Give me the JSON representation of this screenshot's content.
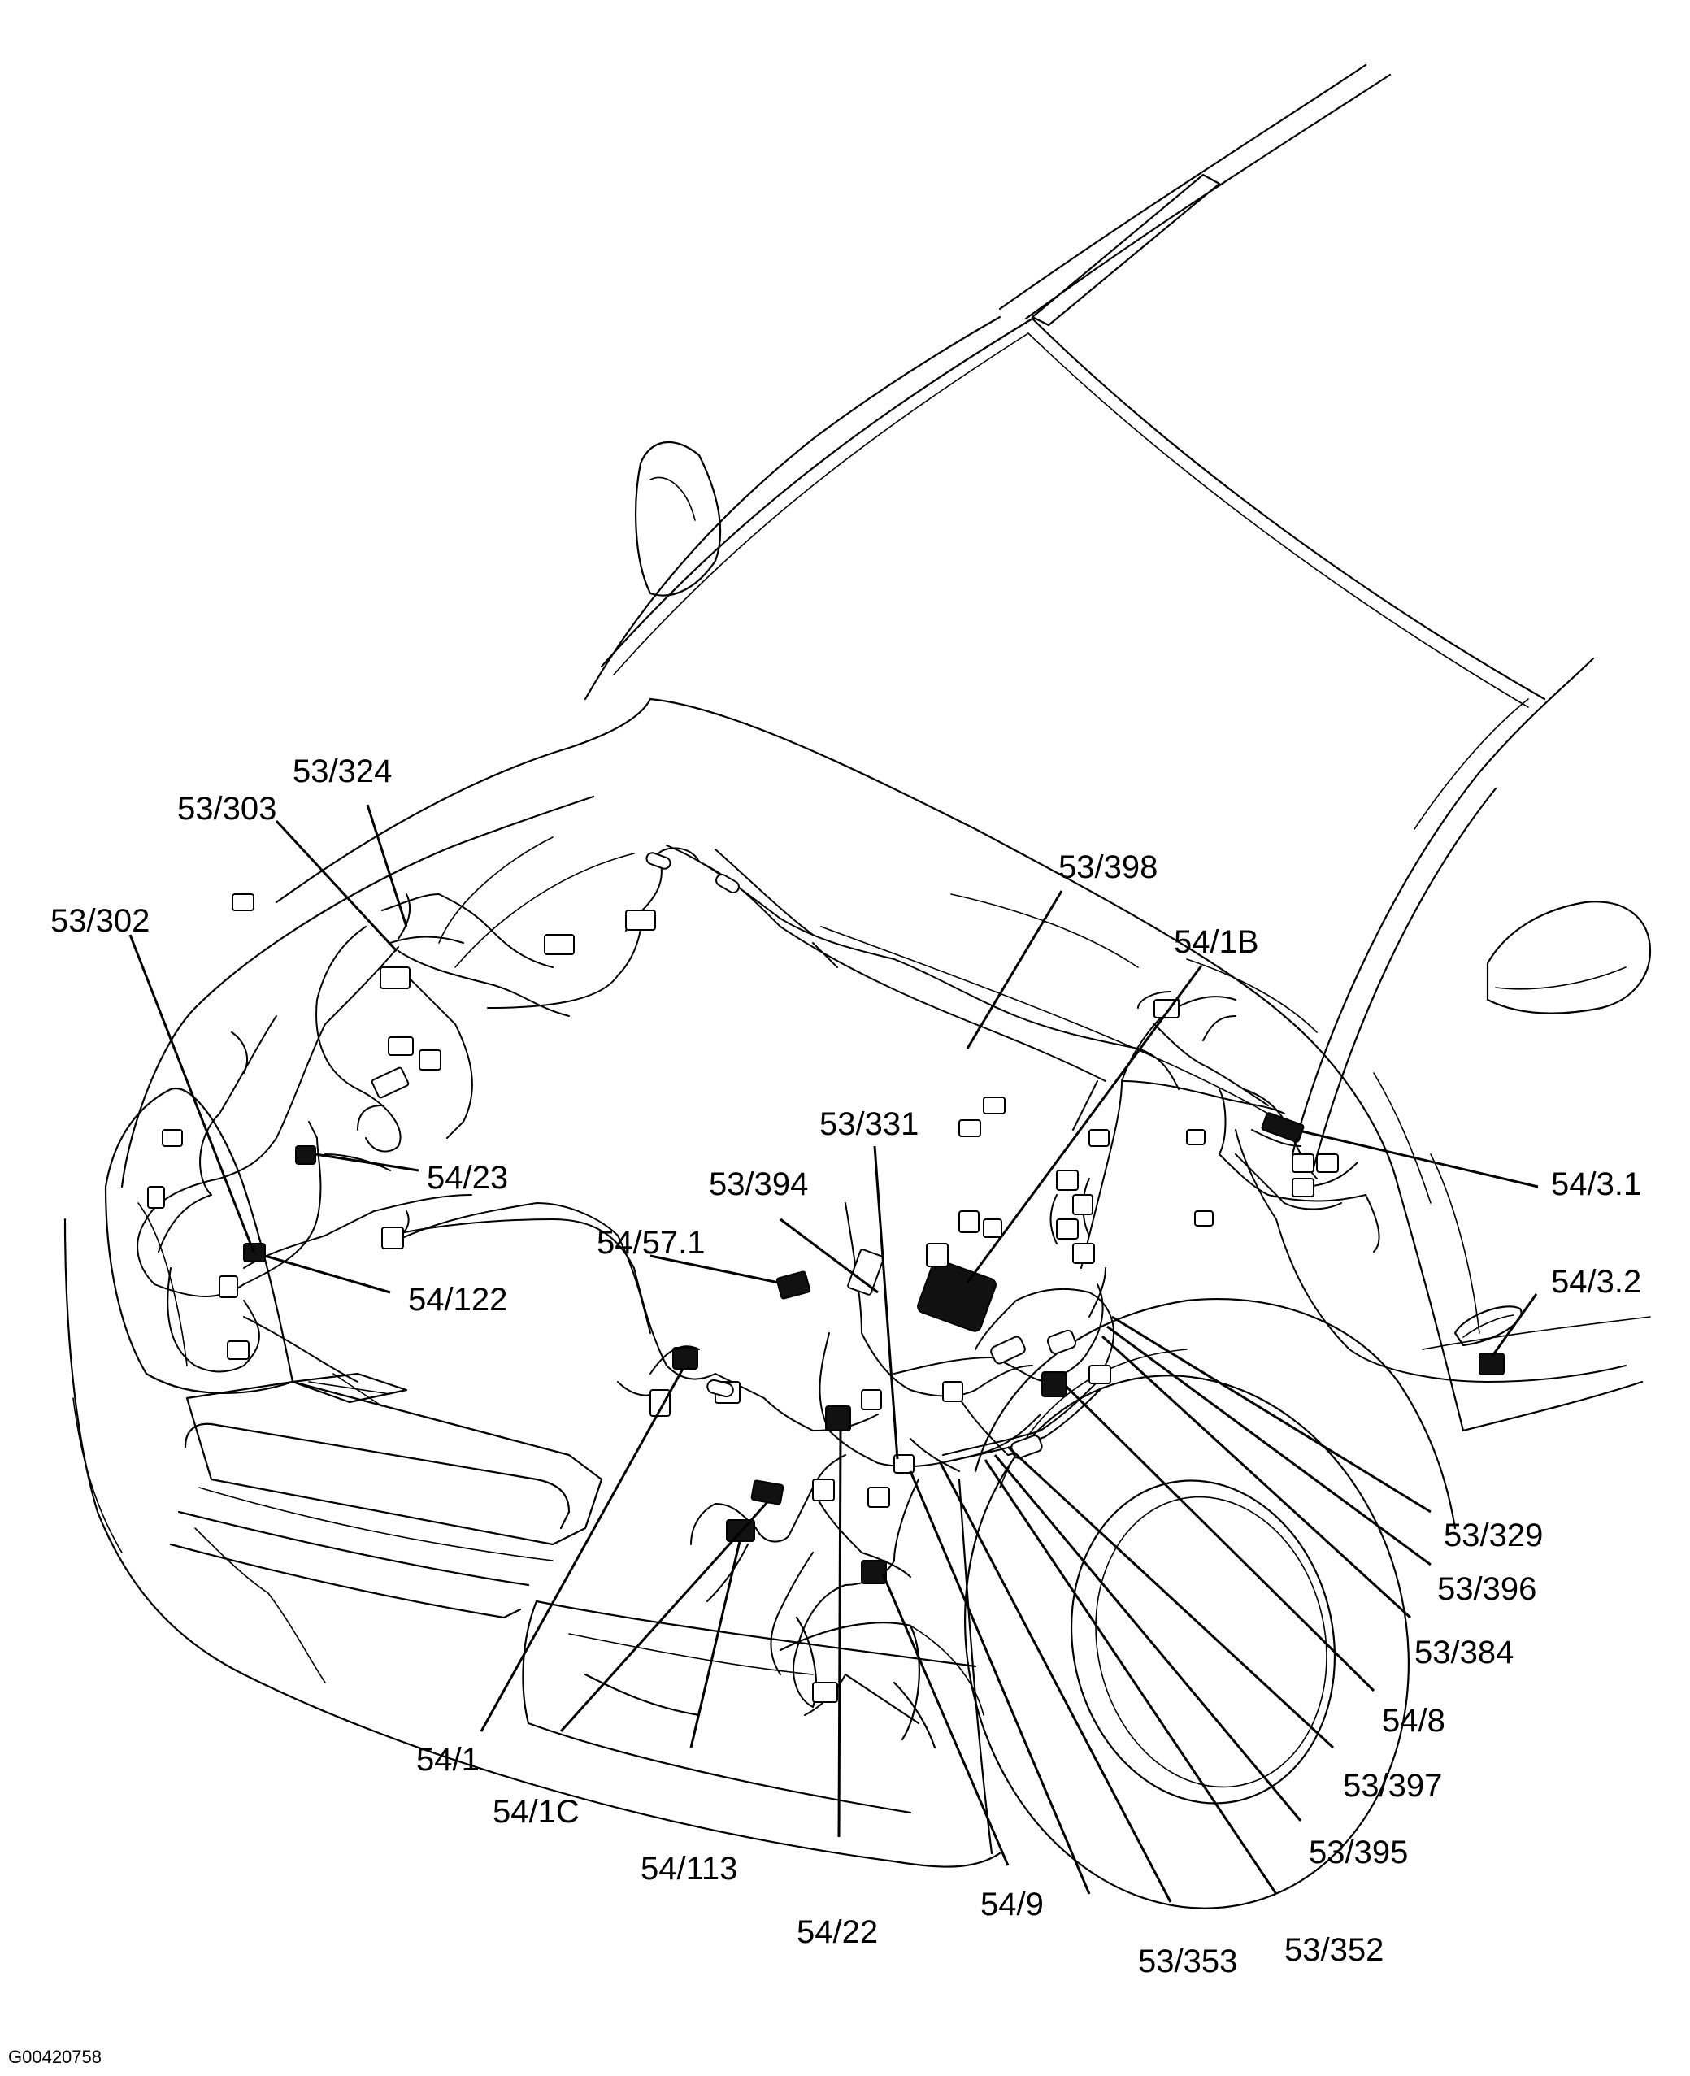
{
  "figure_id": "G00420758",
  "callouts": [
    {
      "id": "c-53-324",
      "text": "53/324"
    },
    {
      "id": "c-53-303",
      "text": "53/303"
    },
    {
      "id": "c-53-302",
      "text": "53/302"
    },
    {
      "id": "c-54-23",
      "text": "54/23"
    },
    {
      "id": "c-54-122",
      "text": "54/122"
    },
    {
      "id": "c-53-398",
      "text": "53/398"
    },
    {
      "id": "c-54-1b",
      "text": "54/1B"
    },
    {
      "id": "c-53-331",
      "text": "53/331"
    },
    {
      "id": "c-53-394",
      "text": "53/394"
    },
    {
      "id": "c-54-57-1",
      "text": "54/57.1"
    },
    {
      "id": "c-54-3-1",
      "text": "54/3.1"
    },
    {
      "id": "c-54-3-2",
      "text": "54/3.2"
    },
    {
      "id": "c-53-329",
      "text": "53/329"
    },
    {
      "id": "c-53-396",
      "text": "53/396"
    },
    {
      "id": "c-53-384",
      "text": "53/384"
    },
    {
      "id": "c-54-8",
      "text": "54/8"
    },
    {
      "id": "c-53-397",
      "text": "53/397"
    },
    {
      "id": "c-53-395",
      "text": "53/395"
    },
    {
      "id": "c-53-352",
      "text": "53/352"
    },
    {
      "id": "c-53-353",
      "text": "53/353"
    },
    {
      "id": "c-54-9",
      "text": "54/9"
    },
    {
      "id": "c-54-22",
      "text": "54/22"
    },
    {
      "id": "c-54-113",
      "text": "54/113"
    },
    {
      "id": "c-54-1c",
      "text": "54/1C"
    },
    {
      "id": "c-54-1",
      "text": "54/1"
    }
  ]
}
